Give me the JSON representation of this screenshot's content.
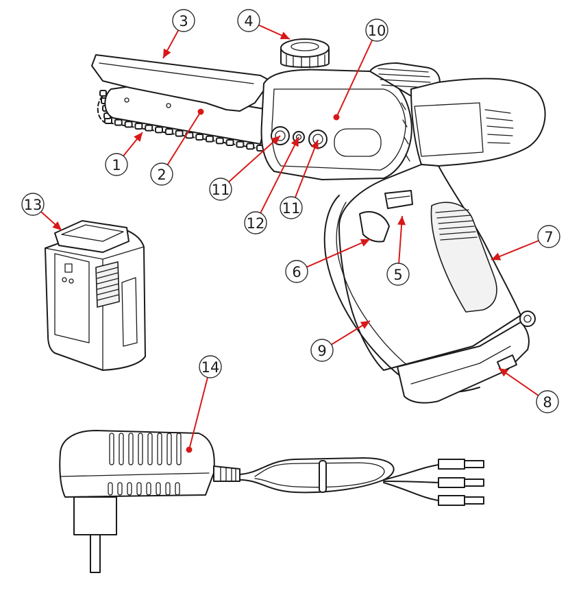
{
  "colors": {
    "leader": "#d81818",
    "outline": "#1a1a1a",
    "background": "#ffffff"
  },
  "callouts": [
    {
      "label": "1",
      "part": "chain"
    },
    {
      "label": "2",
      "part": "guide-bar"
    },
    {
      "label": "3",
      "part": "bar-cover"
    },
    {
      "label": "4",
      "part": "tension-knob"
    },
    {
      "label": "5",
      "part": "lock-button"
    },
    {
      "label": "6",
      "part": "trigger"
    },
    {
      "label": "7",
      "part": "rear-handle-grip"
    },
    {
      "label": "8",
      "part": "battery-release"
    },
    {
      "label": "9",
      "part": "hand-guard"
    },
    {
      "label": "10",
      "part": "side-cover"
    },
    {
      "label": "11",
      "part": "cover-nut"
    },
    {
      "label": "12",
      "part": "adjustment-screw"
    },
    {
      "label": "13",
      "part": "battery-pack"
    },
    {
      "label": "14",
      "part": "charger"
    }
  ]
}
